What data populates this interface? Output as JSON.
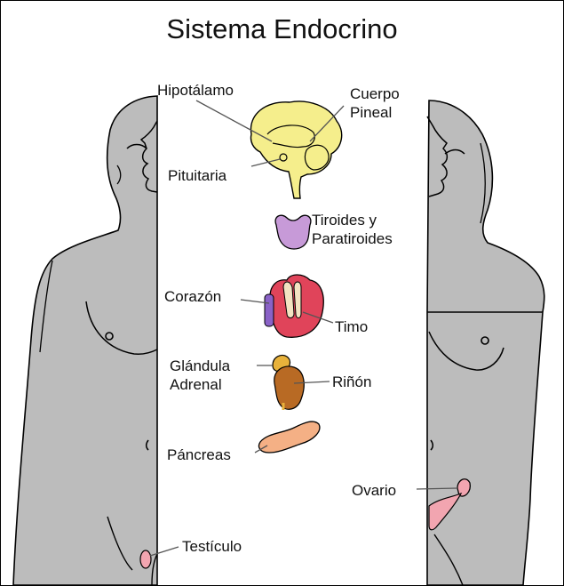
{
  "title": "Sistema Endocrino",
  "labels": {
    "hipotalamo": "Hipotálamo",
    "cuerpo_pineal": [
      "Cuerpo",
      "Pineal"
    ],
    "pituitaria": "Pituitaria",
    "tiroides": [
      "Tiroides y",
      "Paratiroides"
    ],
    "corazon": "Corazón",
    "timo": "Timo",
    "adrenal": [
      "Glándula",
      "Adrenal"
    ],
    "rinon": "Riñón",
    "pancreas": "Páncreas",
    "ovario": "Ovario",
    "testiculo": "Testículo"
  },
  "colors": {
    "body": "#bcbcbc",
    "brain": "#f5ee8c",
    "thyroid": "#c79ad8",
    "heart": "#e0445a",
    "heart_vessels": "#8a62c7",
    "thymus": "#f3e3c2",
    "kidney": "#b86a24",
    "adrenal": "#e8b23b",
    "pancreas": "#f4b085",
    "reproductive": "#f2a5b0"
  }
}
